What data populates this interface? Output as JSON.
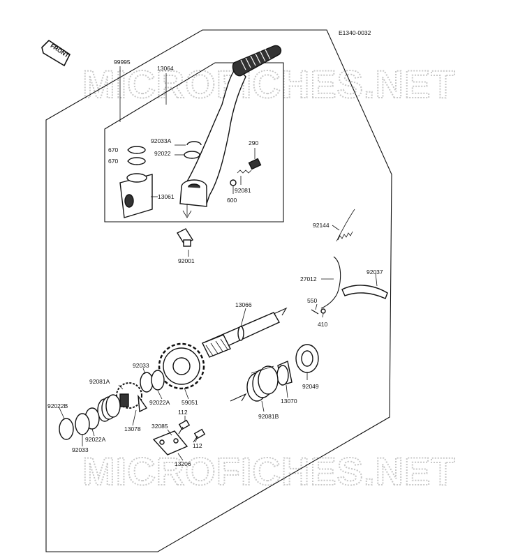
{
  "diagram": {
    "code": "E1340-0032",
    "front_label": "FRONT",
    "watermark": "MICROFICHES.NET"
  },
  "parts": [
    {
      "id": "p99995",
      "label": "99995"
    },
    {
      "id": "p13064",
      "label": "13064"
    },
    {
      "id": "p670a",
      "label": "670"
    },
    {
      "id": "p670b",
      "label": "670"
    },
    {
      "id": "p92033a_top",
      "label": "92033A"
    },
    {
      "id": "p92022_top",
      "label": "92022"
    },
    {
      "id": "p290",
      "label": "290"
    },
    {
      "id": "p13061",
      "label": "13061"
    },
    {
      "id": "p92081_top",
      "label": "92081"
    },
    {
      "id": "p600",
      "label": "600"
    },
    {
      "id": "p92001",
      "label": "92001"
    },
    {
      "id": "p92144",
      "label": "92144"
    },
    {
      "id": "p92037",
      "label": "92037"
    },
    {
      "id": "p27012",
      "label": "27012"
    },
    {
      "id": "p550",
      "label": "550"
    },
    {
      "id": "p410",
      "label": "410"
    },
    {
      "id": "p13066",
      "label": "13066"
    },
    {
      "id": "p92033_mid",
      "label": "92033"
    },
    {
      "id": "p92081a",
      "label": "92081A"
    },
    {
      "id": "p92022a_mid",
      "label": "92022A"
    },
    {
      "id": "p59051",
      "label": "59051"
    },
    {
      "id": "p92049",
      "label": "92049"
    },
    {
      "id": "p13070",
      "label": "13070"
    },
    {
      "id": "p92081b",
      "label": "92081B"
    },
    {
      "id": "p92022b",
      "label": "92022B"
    },
    {
      "id": "p13078",
      "label": "13078"
    },
    {
      "id": "p32085",
      "label": "32085"
    },
    {
      "id": "p112a",
      "label": "112"
    },
    {
      "id": "p92022a_low",
      "label": "92022A"
    },
    {
      "id": "p112b",
      "label": "112"
    },
    {
      "id": "p92033_low",
      "label": "92033"
    },
    {
      "id": "p13206",
      "label": "13206"
    }
  ]
}
